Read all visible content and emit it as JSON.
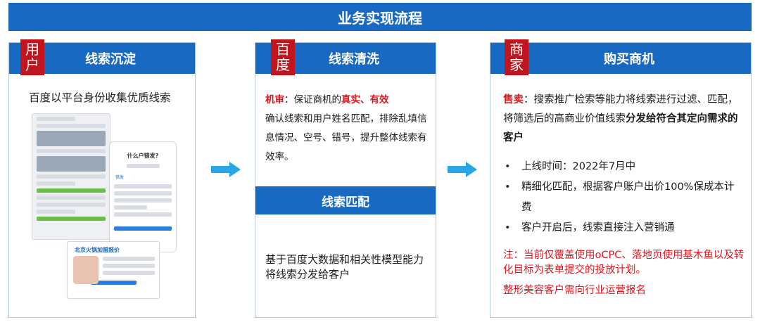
{
  "banner": {
    "title": "业务实现流程"
  },
  "cards": [
    {
      "tag": [
        "用",
        "户"
      ],
      "title": "线索沉淀",
      "subtitle": "百度以平台身份收集优质线索",
      "mock": {
        "phone_b_title": "什么户错发?",
        "phone_b_section": "错发",
        "phone_c_banner": "北京火锅加盟报价"
      }
    },
    {
      "tag": [
        "百",
        "度"
      ],
      "title": "线索清洗",
      "audit_label": "机审",
      "audit_text_1": "：保证商机的",
      "audit_highlight": "真实、有效",
      "audit_text_2": "确认线索和用户姓名匹配，排除乱填信息情况、空号、错号，提升整体线索有效率。",
      "sub_title": "线索匹配",
      "bottom_text": "基于百度大数据和相关性模型能力将线索分发给客户"
    },
    {
      "tag": [
        "商",
        "家"
      ],
      "title": "购买商机",
      "sell_label": "售卖",
      "sell_text": "：搜索推广检索等能力将线索进行过滤、匹配，将筛选后的高商业价值线索",
      "sell_bold": "分发给符合其定向需求的客户",
      "bullets": [
        "上线时间：2022年7月中",
        "精细化匹配，根据客户账户出价100%保成本计费",
        "客户开启后，线索直接注入营销通"
      ],
      "note": "注：当前仅覆盖使用oCPC、落地页使用基木鱼以及转化目标为表单提交的投放计划。",
      "note2": "整形美容客户需向行业运营报名"
    }
  ],
  "colors": {
    "primary": "#1769c2",
    "tag": "#c1141c",
    "highlight": "#e0171e",
    "arrow": "#2aa6e8"
  },
  "icons": [
    "right-arrow-icon",
    "right-arrow-icon"
  ]
}
